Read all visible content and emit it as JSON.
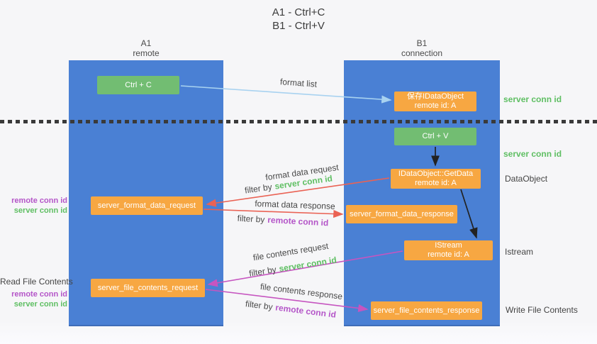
{
  "title": {
    "line1": "A1 - Ctrl+C",
    "line2": "B1 - Ctrl+V"
  },
  "columns": {
    "left": {
      "name": "A1",
      "role": "remote"
    },
    "right": {
      "name": "B1",
      "role": "connection"
    }
  },
  "nodes": {
    "ctrl_c": {
      "label": "Ctrl + C"
    },
    "ctrl_v": {
      "label": "Ctrl + V"
    },
    "save_dataobject": {
      "line1": "保存IDataObject",
      "line2": "remote id: A"
    },
    "getdata": {
      "line1": "IDataObject::GetData",
      "line2": "remote id: A"
    },
    "istream": {
      "line1": "IStream",
      "line2": "remote id: A"
    },
    "format_request": {
      "label": "server_format_data_request"
    },
    "format_response": {
      "label": "server_format_data_response"
    },
    "file_request": {
      "label": "server_file_contents_request"
    },
    "file_response": {
      "label": "server_file_contents_response"
    }
  },
  "arrow_labels": {
    "format_list": "format list",
    "format_data_request": "format data request",
    "format_data_response": "format data response",
    "file_contents_request": "file contents request",
    "file_contents_response": "file contents response",
    "filter_by": "filter by",
    "server_conn_id": "server conn id",
    "remote_conn_id": "remote conn id"
  },
  "side_labels": {
    "right_top_conn": "server conn id",
    "right_mid_conn": "server conn id",
    "dataobject": "DataObject",
    "istream": "Istream",
    "write_file": "Write File Contents",
    "read_file": "Read File Contents",
    "left_remote_conn_1": "remote conn id",
    "left_server_conn_1": "server conn id",
    "left_remote_conn_2": "remote conn id",
    "left_server_conn_2": "server conn id"
  },
  "colors": {
    "column_blue": "#4a80d4",
    "action_green": "#72bd72",
    "object_orange": "#f7a742",
    "conn_green": "#5fbf63",
    "conn_purple": "#b455c8",
    "arrow_red": "#ea6254",
    "arrow_lightblue": "#a8d2f0",
    "arrow_magenta": "#c655c0",
    "arrow_black": "#222222"
  }
}
